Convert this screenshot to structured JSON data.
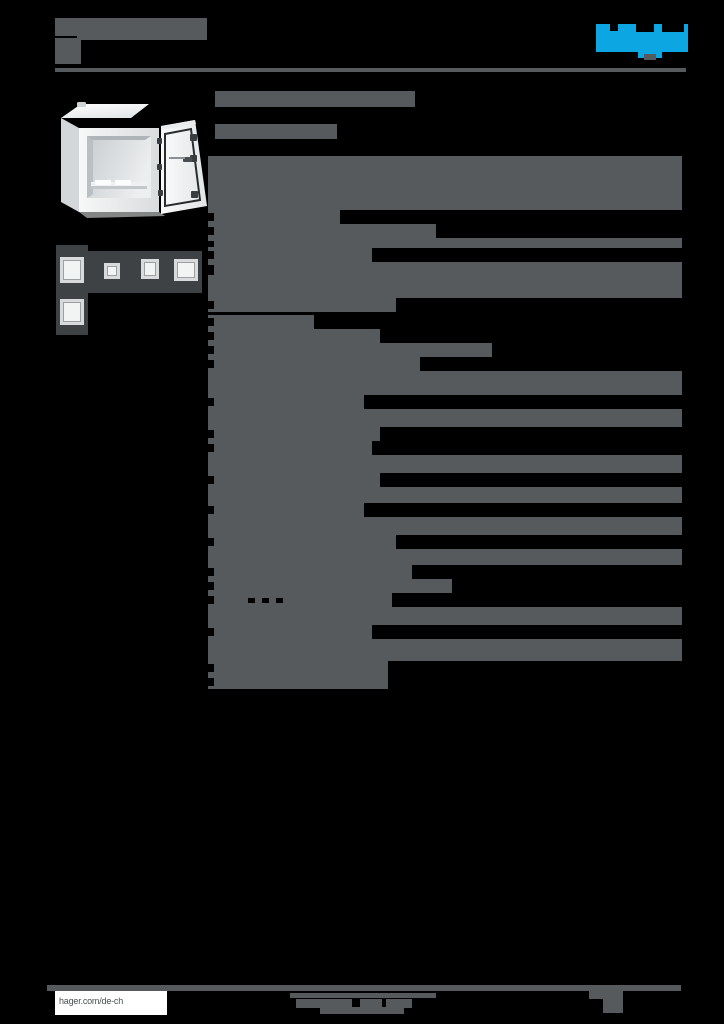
{
  "document": {
    "type": "product-datasheet",
    "brand": "hager",
    "brand_color": "#0CA6E3",
    "redaction_color": "#565a5c",
    "page_background": "#000000",
    "header": {
      "title_redacted": true,
      "title_block_label": "",
      "subtitle_block_label": "",
      "reference_code_label": ""
    },
    "logo": {
      "name": "hager",
      "alt": "hager",
      "color": "#0CA6E3"
    }
  },
  "gallery": {
    "main_image": {
      "name": "product-photo",
      "alt": "White wall-mounted electrical enclosure cabinet with hinged door open",
      "background": "#000000"
    },
    "thumbnails": [
      {
        "id": 1,
        "alt": "enclosure thumbnail front"
      },
      {
        "id": 2,
        "alt": "enclosure thumbnail open"
      },
      {
        "id": 3,
        "alt": "enclosure thumbnail detail"
      },
      {
        "id": 4,
        "alt": "enclosure thumbnail mounting"
      },
      {
        "id": 5,
        "alt": "enclosure thumbnail angle"
      }
    ]
  },
  "main": {
    "page_title": "",
    "page_subtitle": "",
    "title_width": 200,
    "subtitle_width": 122
  },
  "spec_table": {
    "column_split_x": 0,
    "groups": [
      {
        "name": "group-1",
        "rows": [
          {
            "label": "",
            "value": "",
            "height": 22,
            "gap_start": 0,
            "gap_width": 0,
            "indent": false
          },
          {
            "label": "",
            "value": "",
            "height": 16,
            "gap_start": 0,
            "gap_width": 0,
            "indent": false
          },
          {
            "label": "",
            "value": "",
            "height": 16,
            "gap_start": 0,
            "gap_width": 0,
            "indent": false
          },
          {
            "label": "",
            "value": "",
            "height": 14,
            "gap_start": 32,
            "gap_width": 394,
            "indent": true
          },
          {
            "label": "",
            "value": "",
            "height": 14,
            "gap_start": 128,
            "gap_width": 298,
            "indent": true
          },
          {
            "label": "",
            "value": "",
            "height": 10,
            "gap_start": 0,
            "gap_width": 0,
            "indent": true
          },
          {
            "label": "",
            "value": "",
            "height": 14,
            "gap_start": 64,
            "gap_width": 414,
            "indent": true
          },
          {
            "label": "",
            "value": "",
            "height": 16,
            "gap_start": 0,
            "gap_width": 0,
            "indent": true
          },
          {
            "label": "",
            "value": "",
            "height": 20,
            "gap_start": 0,
            "gap_width": 0,
            "indent": false
          },
          {
            "label": "",
            "value": "",
            "height": 14,
            "gap_start": 88,
            "gap_width": 350,
            "indent": true
          }
        ]
      },
      {
        "name": "group-2",
        "rows": [
          {
            "label": "",
            "value": "",
            "height": 14,
            "gap_start": 6,
            "gap_width": 472,
            "indent": true
          },
          {
            "label": "",
            "value": "",
            "height": 14,
            "gap_start": 72,
            "gap_width": 386,
            "indent": true
          },
          {
            "label": "",
            "value": "",
            "height": 14,
            "gap_start": 184,
            "gap_width": 274,
            "indent": true
          },
          {
            "label": "",
            "value": "",
            "height": 14,
            "gap_start": 112,
            "gap_width": 366,
            "indent": true
          },
          {
            "label": "",
            "value": "",
            "height": 24,
            "gap_start": 0,
            "gap_width": 0,
            "indent": false
          },
          {
            "label": "",
            "value": "",
            "height": 14,
            "gap_start": 56,
            "gap_width": 422,
            "indent": true
          },
          {
            "label": "",
            "value": "",
            "height": 18,
            "gap_start": 0,
            "gap_width": 0,
            "indent": false
          },
          {
            "label": "",
            "value": "",
            "height": 14,
            "gap_start": 72,
            "gap_width": 370,
            "indent": true
          },
          {
            "label": "",
            "value": "",
            "height": 14,
            "gap_start": 64,
            "gap_width": 322,
            "indent": true
          },
          {
            "label": "",
            "value": "",
            "height": 18,
            "gap_start": 0,
            "gap_width": 0,
            "indent": false
          },
          {
            "label": "",
            "value": "",
            "height": 14,
            "gap_start": 72,
            "gap_width": 354,
            "indent": true
          },
          {
            "label": "",
            "value": "",
            "height": 16,
            "gap_start": 0,
            "gap_width": 0,
            "indent": false
          },
          {
            "label": "",
            "value": "",
            "height": 14,
            "gap_start": 56,
            "gap_width": 422,
            "indent": true
          },
          {
            "label": "",
            "value": "",
            "height": 18,
            "gap_start": 0,
            "gap_width": 0,
            "indent": false
          },
          {
            "label": "",
            "value": "",
            "height": 14,
            "gap_start": 88,
            "gap_width": 390,
            "indent": true
          },
          {
            "label": "",
            "value": "",
            "height": 16,
            "gap_start": 0,
            "gap_width": 0,
            "indent": false
          },
          {
            "label": "",
            "value": "",
            "height": 14,
            "gap_start": 104,
            "gap_width": 350,
            "indent": true
          },
          {
            "label": "",
            "value": "",
            "height": 14,
            "gap_start": 144,
            "gap_width": 296,
            "indent": true
          },
          {
            "label": "",
            "value": "",
            "height": 14,
            "gap_start": 84,
            "gap_width": 394,
            "indent": true,
            "dots": true
          },
          {
            "label": "",
            "value": "",
            "height": 18,
            "gap_start": 0,
            "gap_width": 0,
            "indent": false
          },
          {
            "label": "",
            "value": "",
            "height": 14,
            "gap_start": 64,
            "gap_width": 414,
            "indent": true
          },
          {
            "label": "",
            "value": "",
            "height": 22,
            "gap_start": 0,
            "gap_width": 0,
            "indent": false
          },
          {
            "label": "",
            "value": "",
            "height": 14,
            "gap_start": 80,
            "gap_width": 398,
            "indent": true
          },
          {
            "label": "",
            "value": "",
            "height": 14,
            "gap_start": 80,
            "gap_width": 366,
            "indent": true
          }
        ]
      }
    ]
  },
  "footer": {
    "url": "hager.com/de-ch",
    "center_text_redacted": true,
    "page_number_redacted": true,
    "rule_color": "#565a5c"
  }
}
